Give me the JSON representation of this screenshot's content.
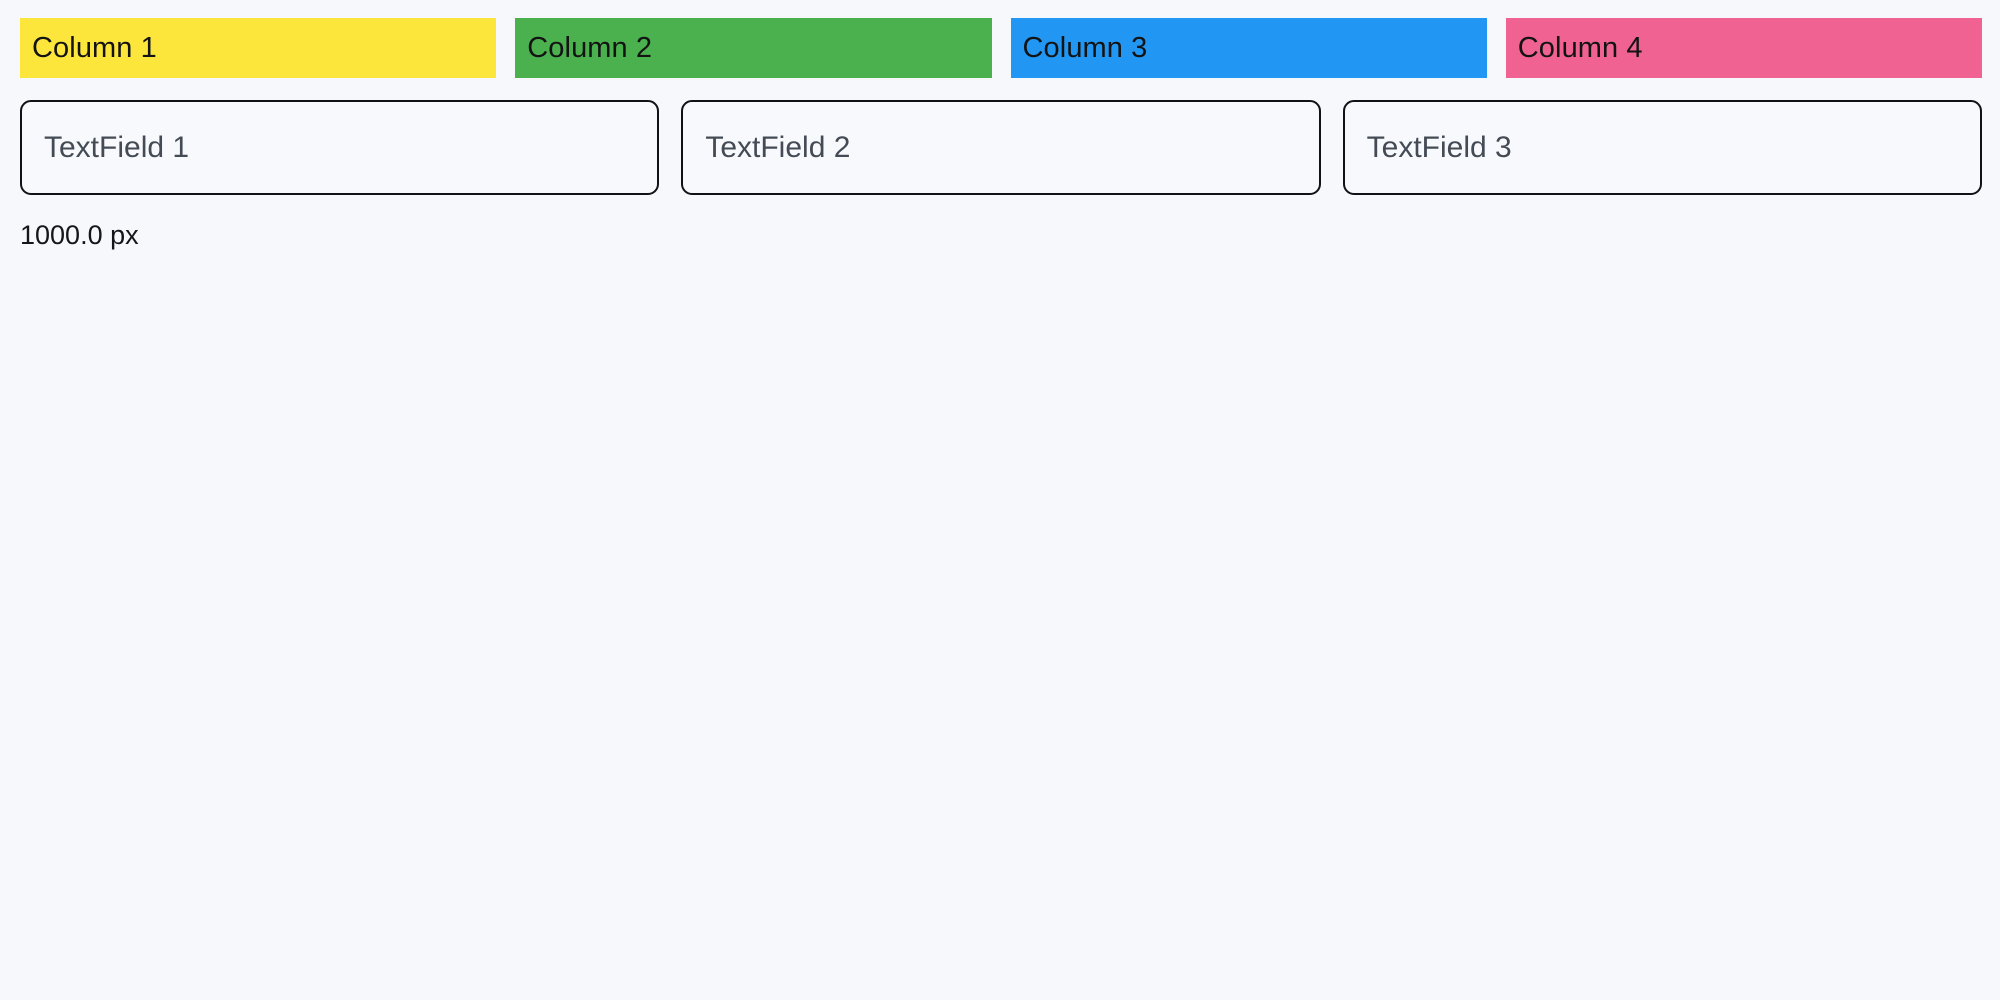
{
  "background_color": "#f7f8fc",
  "columns": {
    "items": [
      {
        "label": "Column 1",
        "color": "#fce63c",
        "text_color": "#131313"
      },
      {
        "label": "Column 2",
        "color": "#4bb14e",
        "text_color": "#131313"
      },
      {
        "label": "Column 3",
        "color": "#2196f3",
        "text_color": "#131313"
      },
      {
        "label": "Column 4",
        "color": "#f06292",
        "text_color": "#131313"
      }
    ]
  },
  "text_fields": {
    "items": [
      {
        "value": "TextField 1",
        "placeholder": "TextField 1"
      },
      {
        "value": "TextField 2",
        "placeholder": "TextField 2"
      },
      {
        "value": "TextField 3",
        "placeholder": "TextField 3"
      }
    ],
    "border_color": "#111215",
    "fill_color": "#f8f9fd",
    "text_color": "#444b55"
  },
  "measurement": {
    "label": "1000.0 px"
  }
}
